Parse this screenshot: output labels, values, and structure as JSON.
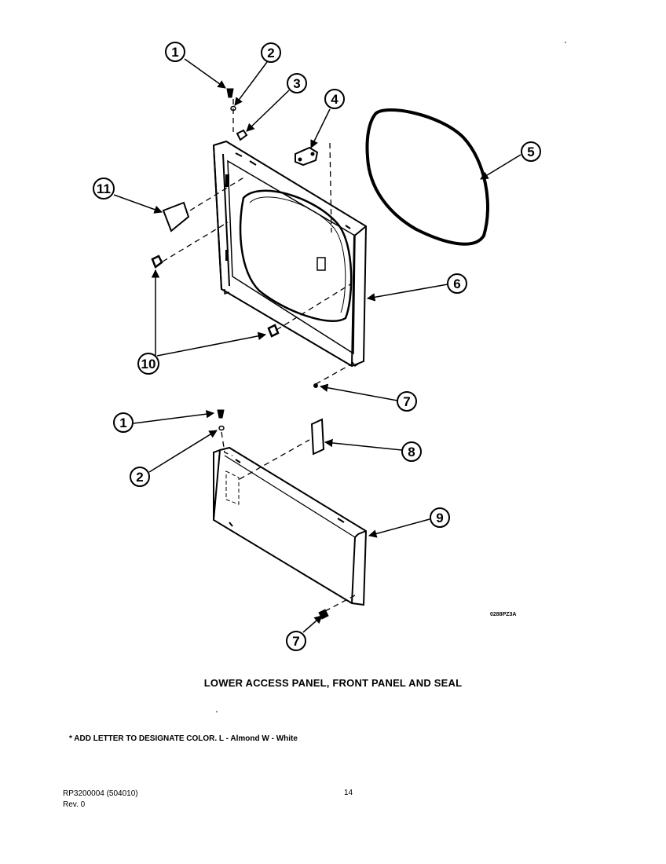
{
  "callouts": [
    {
      "number": "1"
    },
    {
      "number": "2"
    },
    {
      "number": "3"
    },
    {
      "number": "4"
    },
    {
      "number": "5"
    },
    {
      "number": "6"
    },
    {
      "number": "10"
    },
    {
      "number": "11"
    },
    {
      "number": "7"
    },
    {
      "number": "1"
    },
    {
      "number": "2"
    },
    {
      "number": "8"
    },
    {
      "number": "9"
    },
    {
      "number": "7"
    }
  ],
  "drawing_code": "0288PZ3A",
  "title": "LOWER ACCESS PANEL, FRONT PANEL AND SEAL",
  "note": "* ADD LETTER TO DESIGNATE COLOR.  L - Almond  W - White",
  "footer": {
    "doc_number": "RP3200004    (504010)",
    "revision": "Rev. 0",
    "page_number": "14"
  }
}
